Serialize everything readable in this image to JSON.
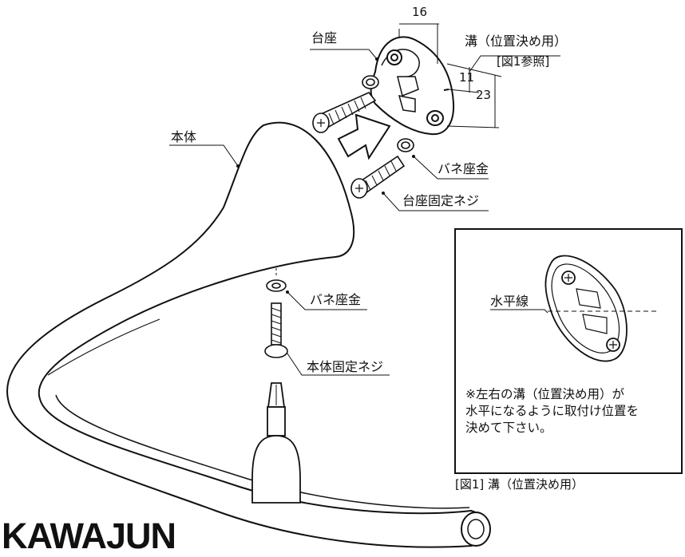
{
  "labels": {
    "base": "台座",
    "groove_note": "溝（位置決め用）",
    "figure_ref": "[図1参照]",
    "body": "本体",
    "spring_washer_top": "バネ座金",
    "base_screw": "台座固定ネジ",
    "spring_washer_bottom": "バネ座金",
    "body_screw": "本体固定ネジ",
    "horizontal_line": "水平線"
  },
  "dimensions": {
    "width": "16",
    "groove_height": "11",
    "height": "23"
  },
  "inset": {
    "note_line1": "※左右の溝（位置決め用）が",
    "note_line2": "水平になるように取付け位置を",
    "note_line3": "決めて下さい。",
    "caption": "[図1] 溝（位置決め用）"
  },
  "brand": {
    "logo": "KAWAJUN"
  }
}
